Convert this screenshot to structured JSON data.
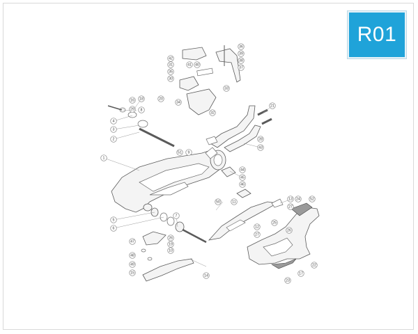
{
  "badge": {
    "label": "R01",
    "color": "#1fa3d9"
  },
  "diagram": {
    "callouts": [
      "1",
      "2",
      "3",
      "4",
      "5",
      "6",
      "7",
      "8",
      "9",
      "10",
      "11",
      "12",
      "13",
      "14",
      "15",
      "16",
      "17",
      "18",
      "19",
      "20",
      "21",
      "22",
      "23",
      "24",
      "25",
      "26",
      "27",
      "28",
      "29",
      "30",
      "31",
      "32",
      "33",
      "34",
      "35",
      "36",
      "37",
      "38",
      "39",
      "40",
      "41",
      "42",
      "43",
      "44",
      "45",
      "46",
      "47",
      "48",
      "49",
      "50",
      "51",
      "52"
    ]
  }
}
